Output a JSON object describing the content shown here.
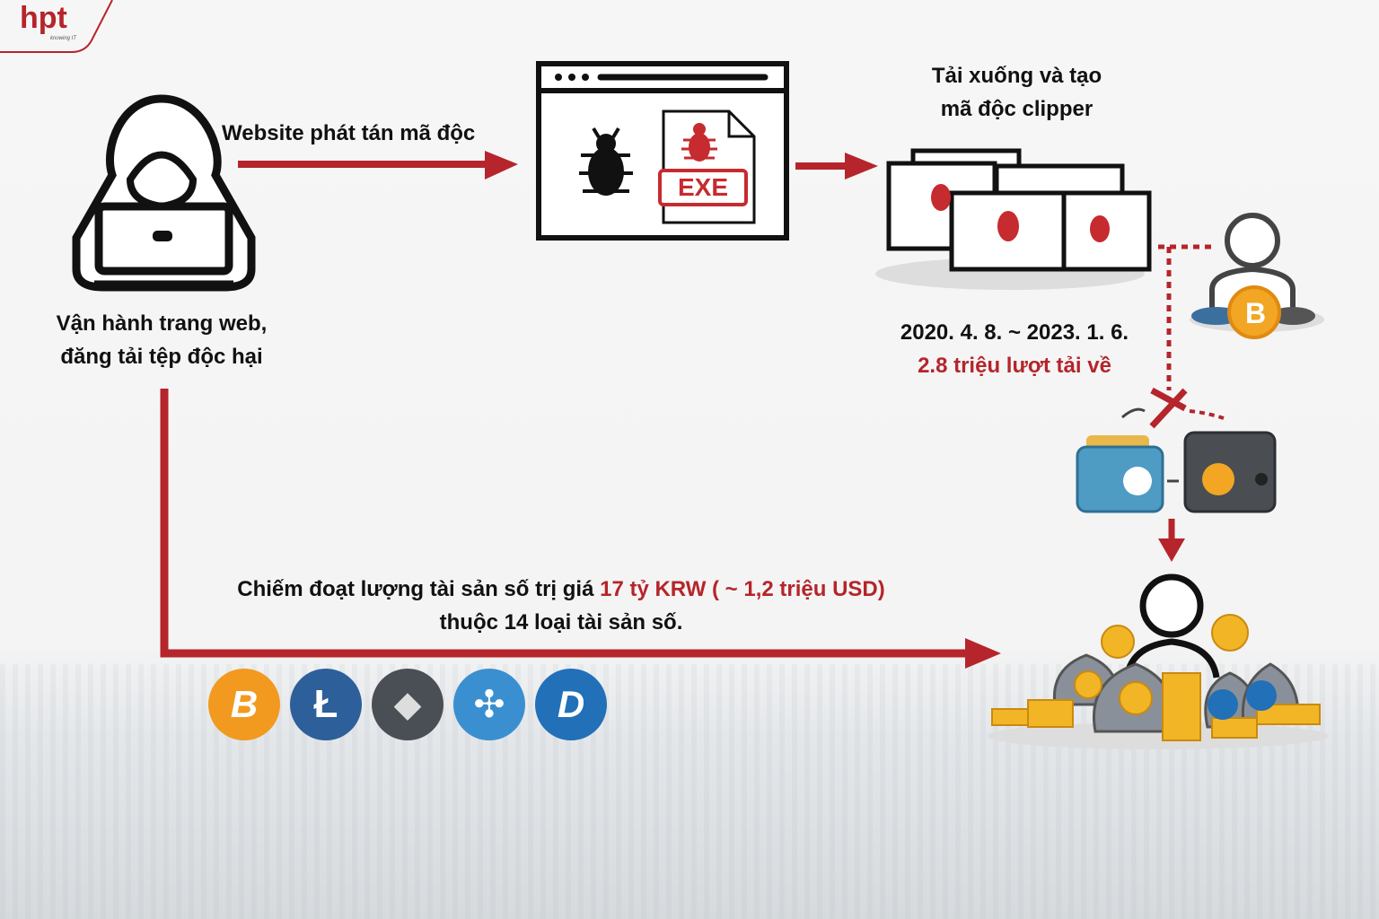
{
  "logo": {
    "brand": "hpt",
    "tagline": "knowing IT",
    "color": "#b5252b"
  },
  "steps": {
    "hacker_label_line1": "Vận hành trang web,",
    "hacker_label_line2": "đăng tải tệp độc hại",
    "arrow1_label": "Website phát tán mã độc",
    "exe_label": "EXE",
    "download_line1": "Tải xuống và tạo",
    "download_line2": "mã độc clipper",
    "date_range": "2020. 4. 8. ~ 2023. 1. 6.",
    "downloads": "2.8 triệu lượt tải về",
    "theft_prefix": "Chiếm đoạt lượng tài sản số trị giá ",
    "theft_amount": "17 tỷ KRW ( ~ 1,2 triệu USD)",
    "theft_line2": "thuộc 14 loại tài sản số."
  },
  "coins": [
    {
      "name": "bitcoin",
      "symbol": "B",
      "color": "#f29a1f"
    },
    {
      "name": "litecoin",
      "symbol": "Ł",
      "color": "#2d5f9a"
    },
    {
      "name": "ethereum",
      "symbol": "◆",
      "color": "#4a4f55"
    },
    {
      "name": "ripple",
      "symbol": "✣",
      "color": "#3a8fd0"
    },
    {
      "name": "dash",
      "symbol": "D",
      "color": "#2170b8"
    }
  ],
  "colors": {
    "accent": "#b5252b",
    "ink": "#111111"
  }
}
